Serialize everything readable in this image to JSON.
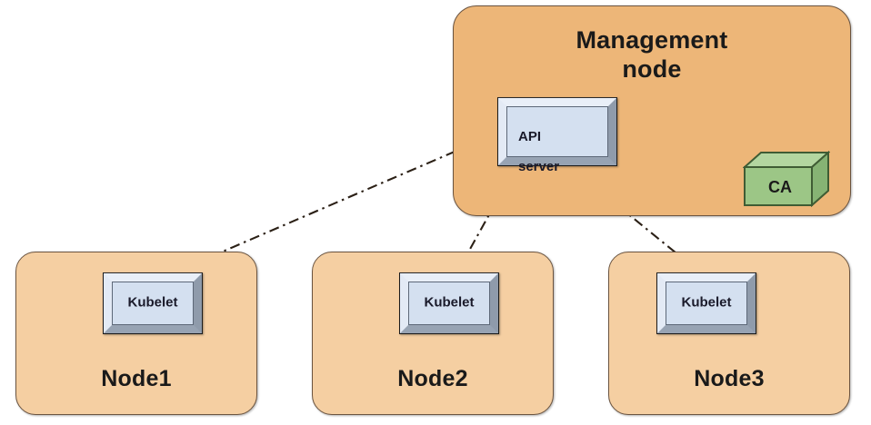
{
  "diagram": {
    "title_visible": false,
    "background_color": "#ffffff",
    "palette": {
      "management_fill": "#edb678",
      "node_fill": "#f5cfa2",
      "group_stroke": "#6b5440",
      "component_fill": "#d4e0f0",
      "component_stroke": "#1b1b1b",
      "bevel_light": "#e9eff8",
      "bevel_dark": "#8f9bab",
      "ca_fill": "#9cc686",
      "ca_top": "#b3d6a0",
      "ca_side": "#86b374",
      "ca_stroke": "#3f5c34",
      "connector_stroke": "#2b2016"
    },
    "management": {
      "label": "Management\nnode",
      "label_line1": "Management",
      "label_line2": "node",
      "api_server": {
        "label": "API\nserver",
        "label_line1": "API",
        "label_line2": "server"
      },
      "ca": {
        "label": "CA"
      }
    },
    "nodes": [
      {
        "name": "Node1",
        "component": "Kubelet"
      },
      {
        "name": "Node2",
        "component": "Kubelet"
      },
      {
        "name": "Node3",
        "component": "Kubelet"
      }
    ],
    "connectors": [
      {
        "id": "api-to-ca",
        "from": "API server",
        "to": "CA",
        "style": "dash-dot",
        "arrows": "both"
      },
      {
        "id": "api-to-node1-kubelet",
        "from": "API server",
        "to": "Node1 Kubelet",
        "style": "dash-dot",
        "arrows": "both"
      },
      {
        "id": "api-to-node2-kubelet",
        "from": "API server",
        "to": "Node2 Kubelet",
        "style": "dash-dot",
        "arrows": "both"
      },
      {
        "id": "api-to-node3-kubelet",
        "from": "API server",
        "to": "Node3 Kubelet",
        "style": "dash-dot",
        "arrows": "both"
      }
    ]
  }
}
